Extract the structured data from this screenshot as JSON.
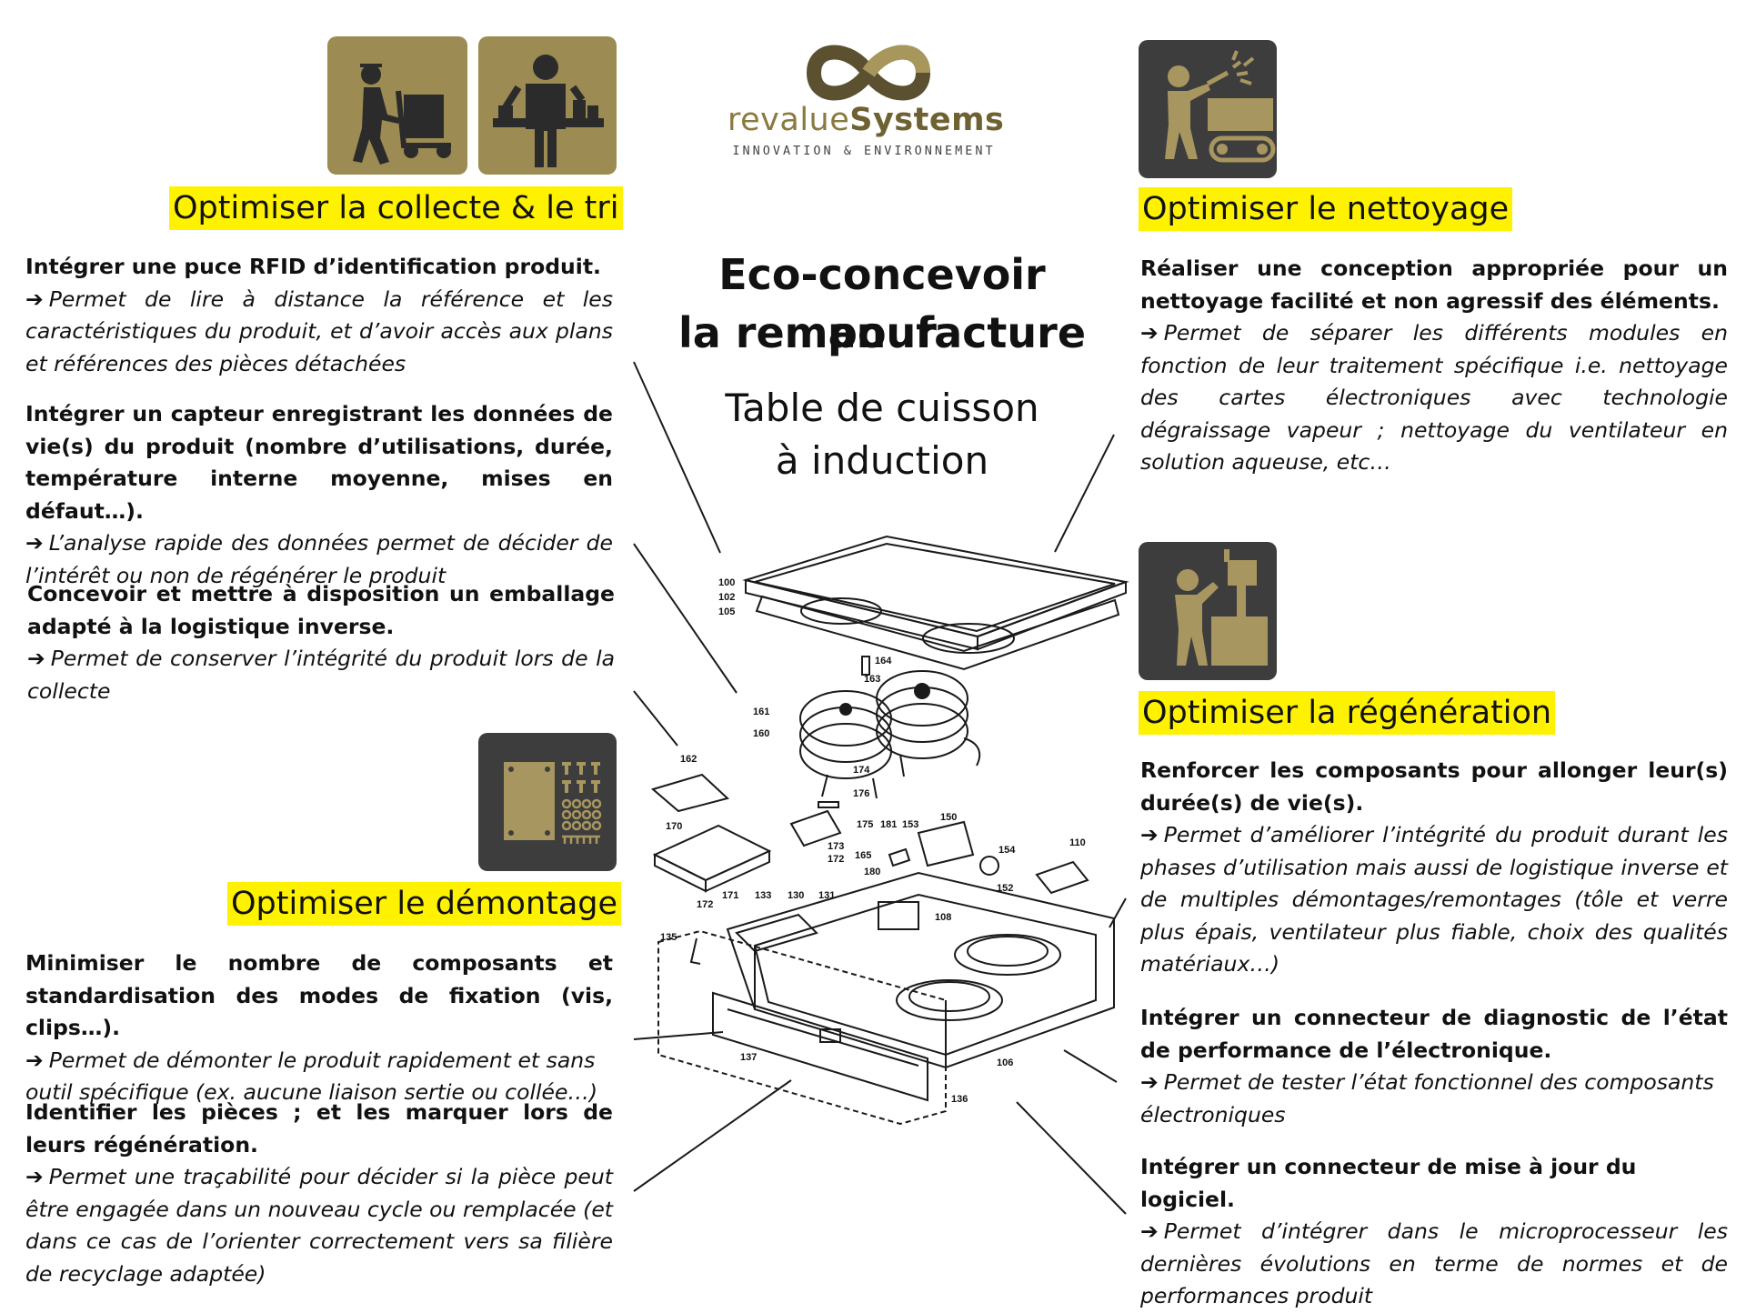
{
  "logo": {
    "brand_part1": "revalue",
    "brand_part2": "Systems",
    "tagline": "INNOVATION & ENVIRONNEMENT"
  },
  "center": {
    "title_line1": "Eco-concevoir pour",
    "title_line2": "la remanufacture",
    "subtitle_line1": "Table de cuisson",
    "subtitle_line2": "à induction"
  },
  "icons": {
    "collect": "worker-trolley-icon",
    "sort": "worker-sorting-icon",
    "cleaning": "worker-cleaning-icon",
    "regeneration": "worker-machine-icon",
    "disassembly": "circuit-screws-icon"
  },
  "colors": {
    "heading_bg": "#fff200",
    "icon_gold": "#9c8b52",
    "icon_dark": "#3d3d3d",
    "icon_figure_gold": "#a89660"
  },
  "collecte": {
    "heading": "Optimiser la collecte & le tri",
    "items": [
      {
        "title": "Intégrer une puce RFID d’identification produit.",
        "desc": "Permet de lire à distance la référence et les caractéristiques du produit, et d’avoir accès aux plans et références des pièces détachées"
      },
      {
        "title": "Intégrer un capteur enregistrant les données de vie(s) du produit (nombre d’utilisations, durée, température interne moyenne, mises en défaut…).",
        "desc": "L’analyse rapide des données permet de décider de l’intérêt ou non de régénérer le produit"
      },
      {
        "title": "Concevoir et mettre à disposition un emballage adapté à la logistique inverse.",
        "desc": "Permet de conserver l’intégrité du produit lors de la collecte"
      }
    ]
  },
  "demontage": {
    "heading": "Optimiser le démontage",
    "items": [
      {
        "title": "Minimiser le nombre de composants et standardisation des modes de fixation (vis, clips…).",
        "desc": "Permet de démonter le produit rapidement et sans outil spécifique (ex. aucune liaison sertie ou collée…)"
      },
      {
        "title": "Identifier les pièces ; et les marquer lors de leurs régénération.",
        "desc": "Permet une traçabilité pour décider si la pièce peut être engagée dans un nouveau cycle ou remplacée (et dans ce cas de l’orienter correctement vers sa filière de recyclage adaptée)"
      }
    ]
  },
  "nettoyage": {
    "heading": "Optimiser le nettoyage",
    "items": [
      {
        "title": "Réaliser une conception appropriée pour un nettoyage facilité et non agressif des éléments.",
        "desc": "Permet de séparer les différents modules en fonction de leur traitement spécifique i.e. nettoyage des cartes électroniques avec technologie dégraissage vapeur ; nettoyage du ventilateur en solution aqueuse, etc…"
      }
    ]
  },
  "regeneration": {
    "heading": "Optimiser la régénération",
    "items": [
      {
        "title": "Renforcer les composants pour allonger leur(s) durée(s) de vie(s).",
        "desc": "Permet d’améliorer l’intégrité du produit durant les phases d’utilisation mais aussi de logistique inverse et de multiples démontages/remontages (tôle et verre plus épais, ventilateur plus fiable, choix des qualités matériaux…)"
      },
      {
        "title": "Intégrer un connecteur de diagnostic de l’état de performance de l’électronique.",
        "desc": "Permet de tester l’état fonctionnel des composants électroniques"
      },
      {
        "title": "Intégrer un connecteur de mise à jour du logiciel.",
        "desc": "Permet d’intégrer dans le microprocesseur les dernières évolutions en terme de normes et de performances produit"
      }
    ]
  },
  "diagram_labels": {
    "l100": "100",
    "l102": "102",
    "l105": "105",
    "l164": "164",
    "l163": "163",
    "l161": "161",
    "l160": "160",
    "l162": "162",
    "l174": "174",
    "l176": "176",
    "l170": "170",
    "l175": "175",
    "l181": "181",
    "l153": "153",
    "l150": "150",
    "l173": "173",
    "l172": "172",
    "l165": "165",
    "l180": "180",
    "l154": "154",
    "l110": "110",
    "l171": "171",
    "l133": "133",
    "l130": "130",
    "l131": "131",
    "l152": "152",
    "l108": "108",
    "l135": "135",
    "l137": "137",
    "l106": "106",
    "l136": "136",
    "l172b": "172"
  }
}
